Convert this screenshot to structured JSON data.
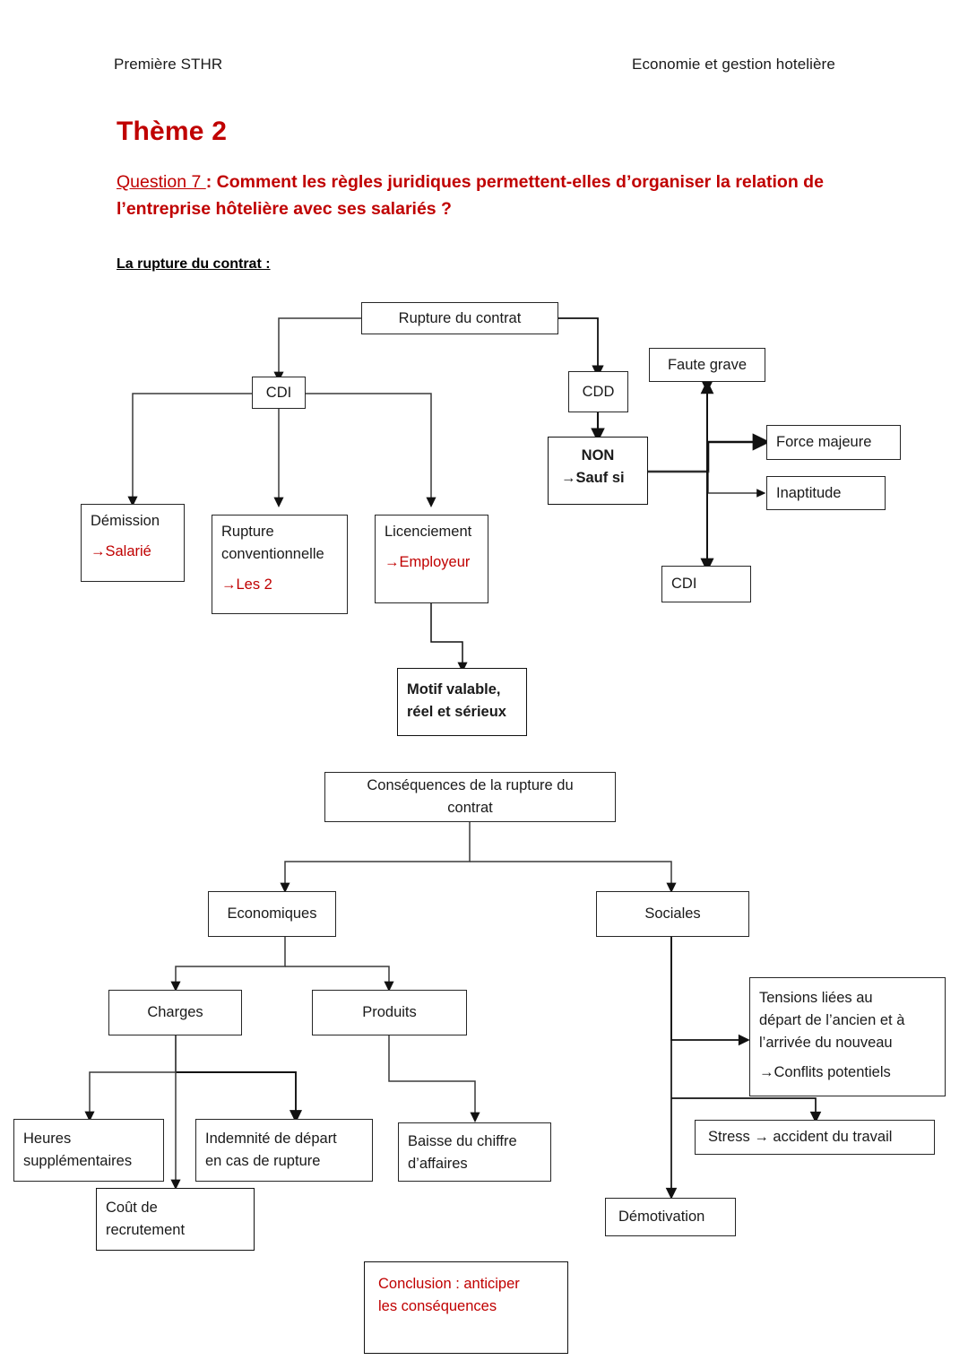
{
  "header": {
    "left": "Première STHR",
    "right": "Economie et gestion hotelière"
  },
  "title": "Thème 2",
  "question": {
    "lead": "Question 7 ",
    "separator": ": ",
    "text": "Comment les règles juridiques permettent-elles d’organiser la relation de l’entreprise hôtelière avec ses salariés ?"
  },
  "section_label": "La rupture du contrat :",
  "colors": {
    "red": "#C00000",
    "ink": "#1a1a1a",
    "border": "#262626",
    "page": "#ffffff"
  },
  "diagram1": {
    "name": "La rupture du contrat",
    "nodes": {
      "rupture": "Rupture du contrat",
      "cdi": "CDI",
      "cdd": "CDD",
      "demission_title": "Démission",
      "demission_note": "→Salarié",
      "rupture_conv_l1": "Rupture",
      "rupture_conv_l2": "conventionnelle",
      "rupture_conv_note": "→Les 2",
      "licenciement_title": "Licenciement",
      "licenciement_note": "→Employeur",
      "motif_l1": "Motif valable,",
      "motif_l2": "réel et sérieux",
      "non_l1": "NON",
      "non_l2": "→Sauf si",
      "faute_grave": "Faute grave",
      "force_majeure": "Force majeure",
      "inaptitude": "Inaptitude",
      "cdi_bas": "CDI"
    }
  },
  "diagram2": {
    "name": "Conséquences de la rupture du contrat",
    "nodes": {
      "consequences_l1": "Conséquences de la rupture du",
      "consequences_l2": "contrat",
      "economiques": "Economiques",
      "sociales": "Sociales",
      "charges": "Charges",
      "produits": "Produits",
      "heures_l1": "Heures",
      "heures_l2": "supplémentaires",
      "indemnite_l1": "Indemnité de départ",
      "indemnite_l2": "en cas de rupture",
      "cout_l1": "Coût de",
      "cout_l2": "recrutement",
      "baisse_l1": "Baisse du chiffre",
      "baisse_l2": "d’affaires",
      "tensions_l1": "Tensions liées au",
      "tensions_l2": "départ de l’ancien et à",
      "tensions_l3": "l’arrivée du nouveau",
      "tensions_note": "→Conflits potentiels",
      "stress": "Stress → accident du travail",
      "demotivation": "Démotivation"
    }
  },
  "conclusion": {
    "l1": "Conclusion : anticiper",
    "l2": "les conséquences"
  }
}
